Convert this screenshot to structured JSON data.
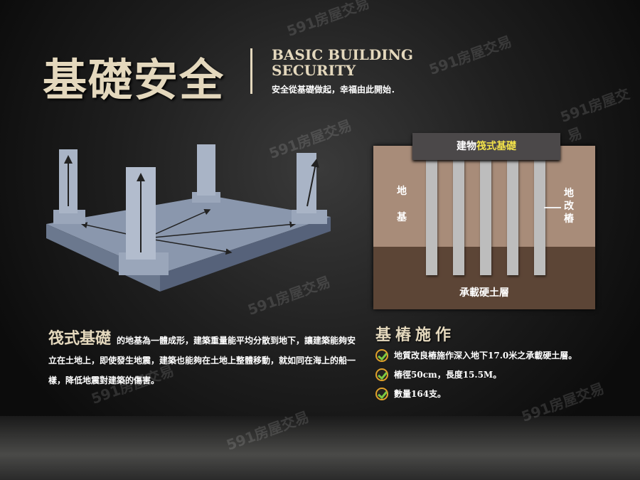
{
  "header": {
    "title": "基礎安全",
    "english_line1": "BASIC BUILDING",
    "english_line2": "SECURITY",
    "subtitle": "安全從基礎做起，幸福由此開始．"
  },
  "diagram": {
    "cap_prefix": "建物",
    "cap_highlight": "筏式基礎",
    "left_label_1": "地",
    "left_label_2": "基",
    "right_label": "地改樁",
    "bottom_label": "承載硬土層",
    "pile_count": 5
  },
  "raft_section": {
    "heading": "筏式基礎",
    "text": "的地基為一體成形，建築重量能平均分散到地下，讓建築能夠安立在土地上，即使發生地震，建築也能夠在土地上整體移動，就如同在海上的船一樣，降低地震對建築的傷害。"
  },
  "pile_section": {
    "heading": "基樁施作",
    "items": [
      "地質改良樁施作深入地下17.0米之承載硬土層。",
      "樁徑50cm，長度15.5M。",
      "數量164支。"
    ]
  },
  "watermark": "591房屋交易",
  "colors": {
    "gold": "#e4d8bd",
    "highlight": "#f2e24a",
    "check": "#7ac943"
  }
}
